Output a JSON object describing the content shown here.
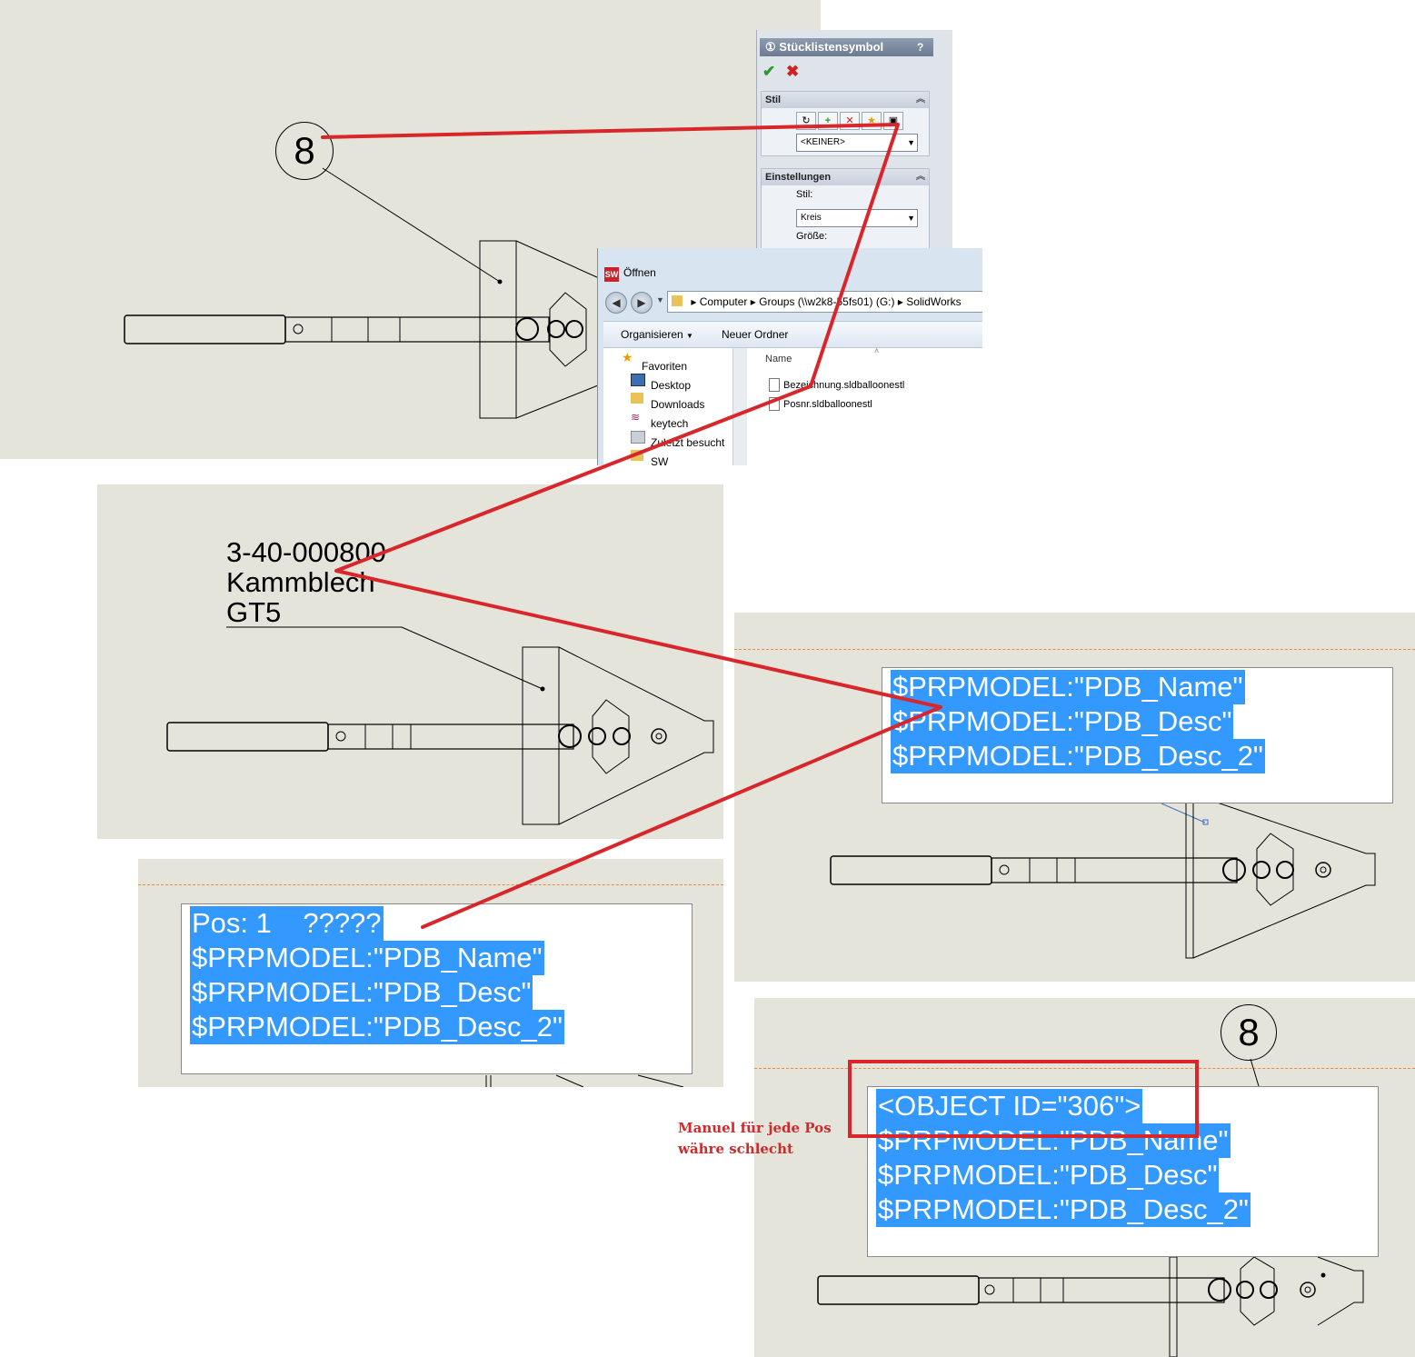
{
  "top_drawing": {
    "balloon_number": "8"
  },
  "property_manager": {
    "title": "Stücklistensymbol",
    "help": "?",
    "ok_icon": "check-icon",
    "cancel_icon": "x-icon",
    "group_style": {
      "title": "Stil",
      "combo_value": "<KEINER>",
      "toolbar_icons": [
        "apply-style-icon",
        "add-style-icon",
        "delete-style-icon",
        "save-style-icon",
        "load-style-icon"
      ]
    },
    "group_settings": {
      "title": "Einstellungen",
      "style_label": "Stil:",
      "style_value": "Kreis",
      "size_label": "Größe:"
    }
  },
  "open_dialog": {
    "title": "Öffnen",
    "app_icon": "solidworks-icon",
    "address": [
      "Computer",
      "Groups (\\\\w2k8-55fs01) (G:)",
      "SolidWorks"
    ],
    "toolbar": {
      "organize": "Organisieren",
      "new_folder": "Neuer Ordner"
    },
    "nav": [
      {
        "label": "Favoriten",
        "icon": "star-icon"
      },
      {
        "label": "Desktop",
        "icon": "desktop-icon"
      },
      {
        "label": "Downloads",
        "icon": "downloads-icon"
      },
      {
        "label": "keytech",
        "icon": "keytech-icon"
      },
      {
        "label": "Zuletzt besucht",
        "icon": "recent-icon"
      },
      {
        "label": "SW",
        "icon": "folder-icon"
      }
    ],
    "column_header": "Name",
    "files": [
      "Bezeichnung.sldballoonestl",
      "Posnr.sldballoonestl"
    ]
  },
  "middle_drawing": {
    "note_lines": [
      "3-40-000800",
      "Kammblech",
      "GT5"
    ]
  },
  "right_editor": {
    "lines": [
      "$PRPMODEL:\"PDB_Name\"",
      "$PRPMODEL:\"PDB_Desc\"",
      "$PRPMODEL:\"PDB_Desc_2\""
    ]
  },
  "left_editor": {
    "lines": [
      "Pos: 1    ?????",
      "$PRPMODEL:\"PDB_Name\"",
      "$PRPMODEL:\"PDB_Desc\"",
      "$PRPMODEL:\"PDB_Desc_2\""
    ]
  },
  "bottom_editor": {
    "balloon_number": "8",
    "lines": [
      "<OBJECT ID=\"306\">",
      "$PRPMODEL:\"PDB_Name\"",
      "$PRPMODEL:\"PDB_Desc\"",
      "$PRPMODEL:\"PDB_Desc_2\""
    ]
  },
  "annotation": {
    "line1": "Manuel für jede Pos",
    "line2": "währe schlecht",
    "color": "#d02a2a"
  },
  "colors": {
    "drawing_bg": "#e5e4db",
    "selection": "#3399ff",
    "connector": "#d9262a",
    "dashed": "#f08a3a"
  }
}
